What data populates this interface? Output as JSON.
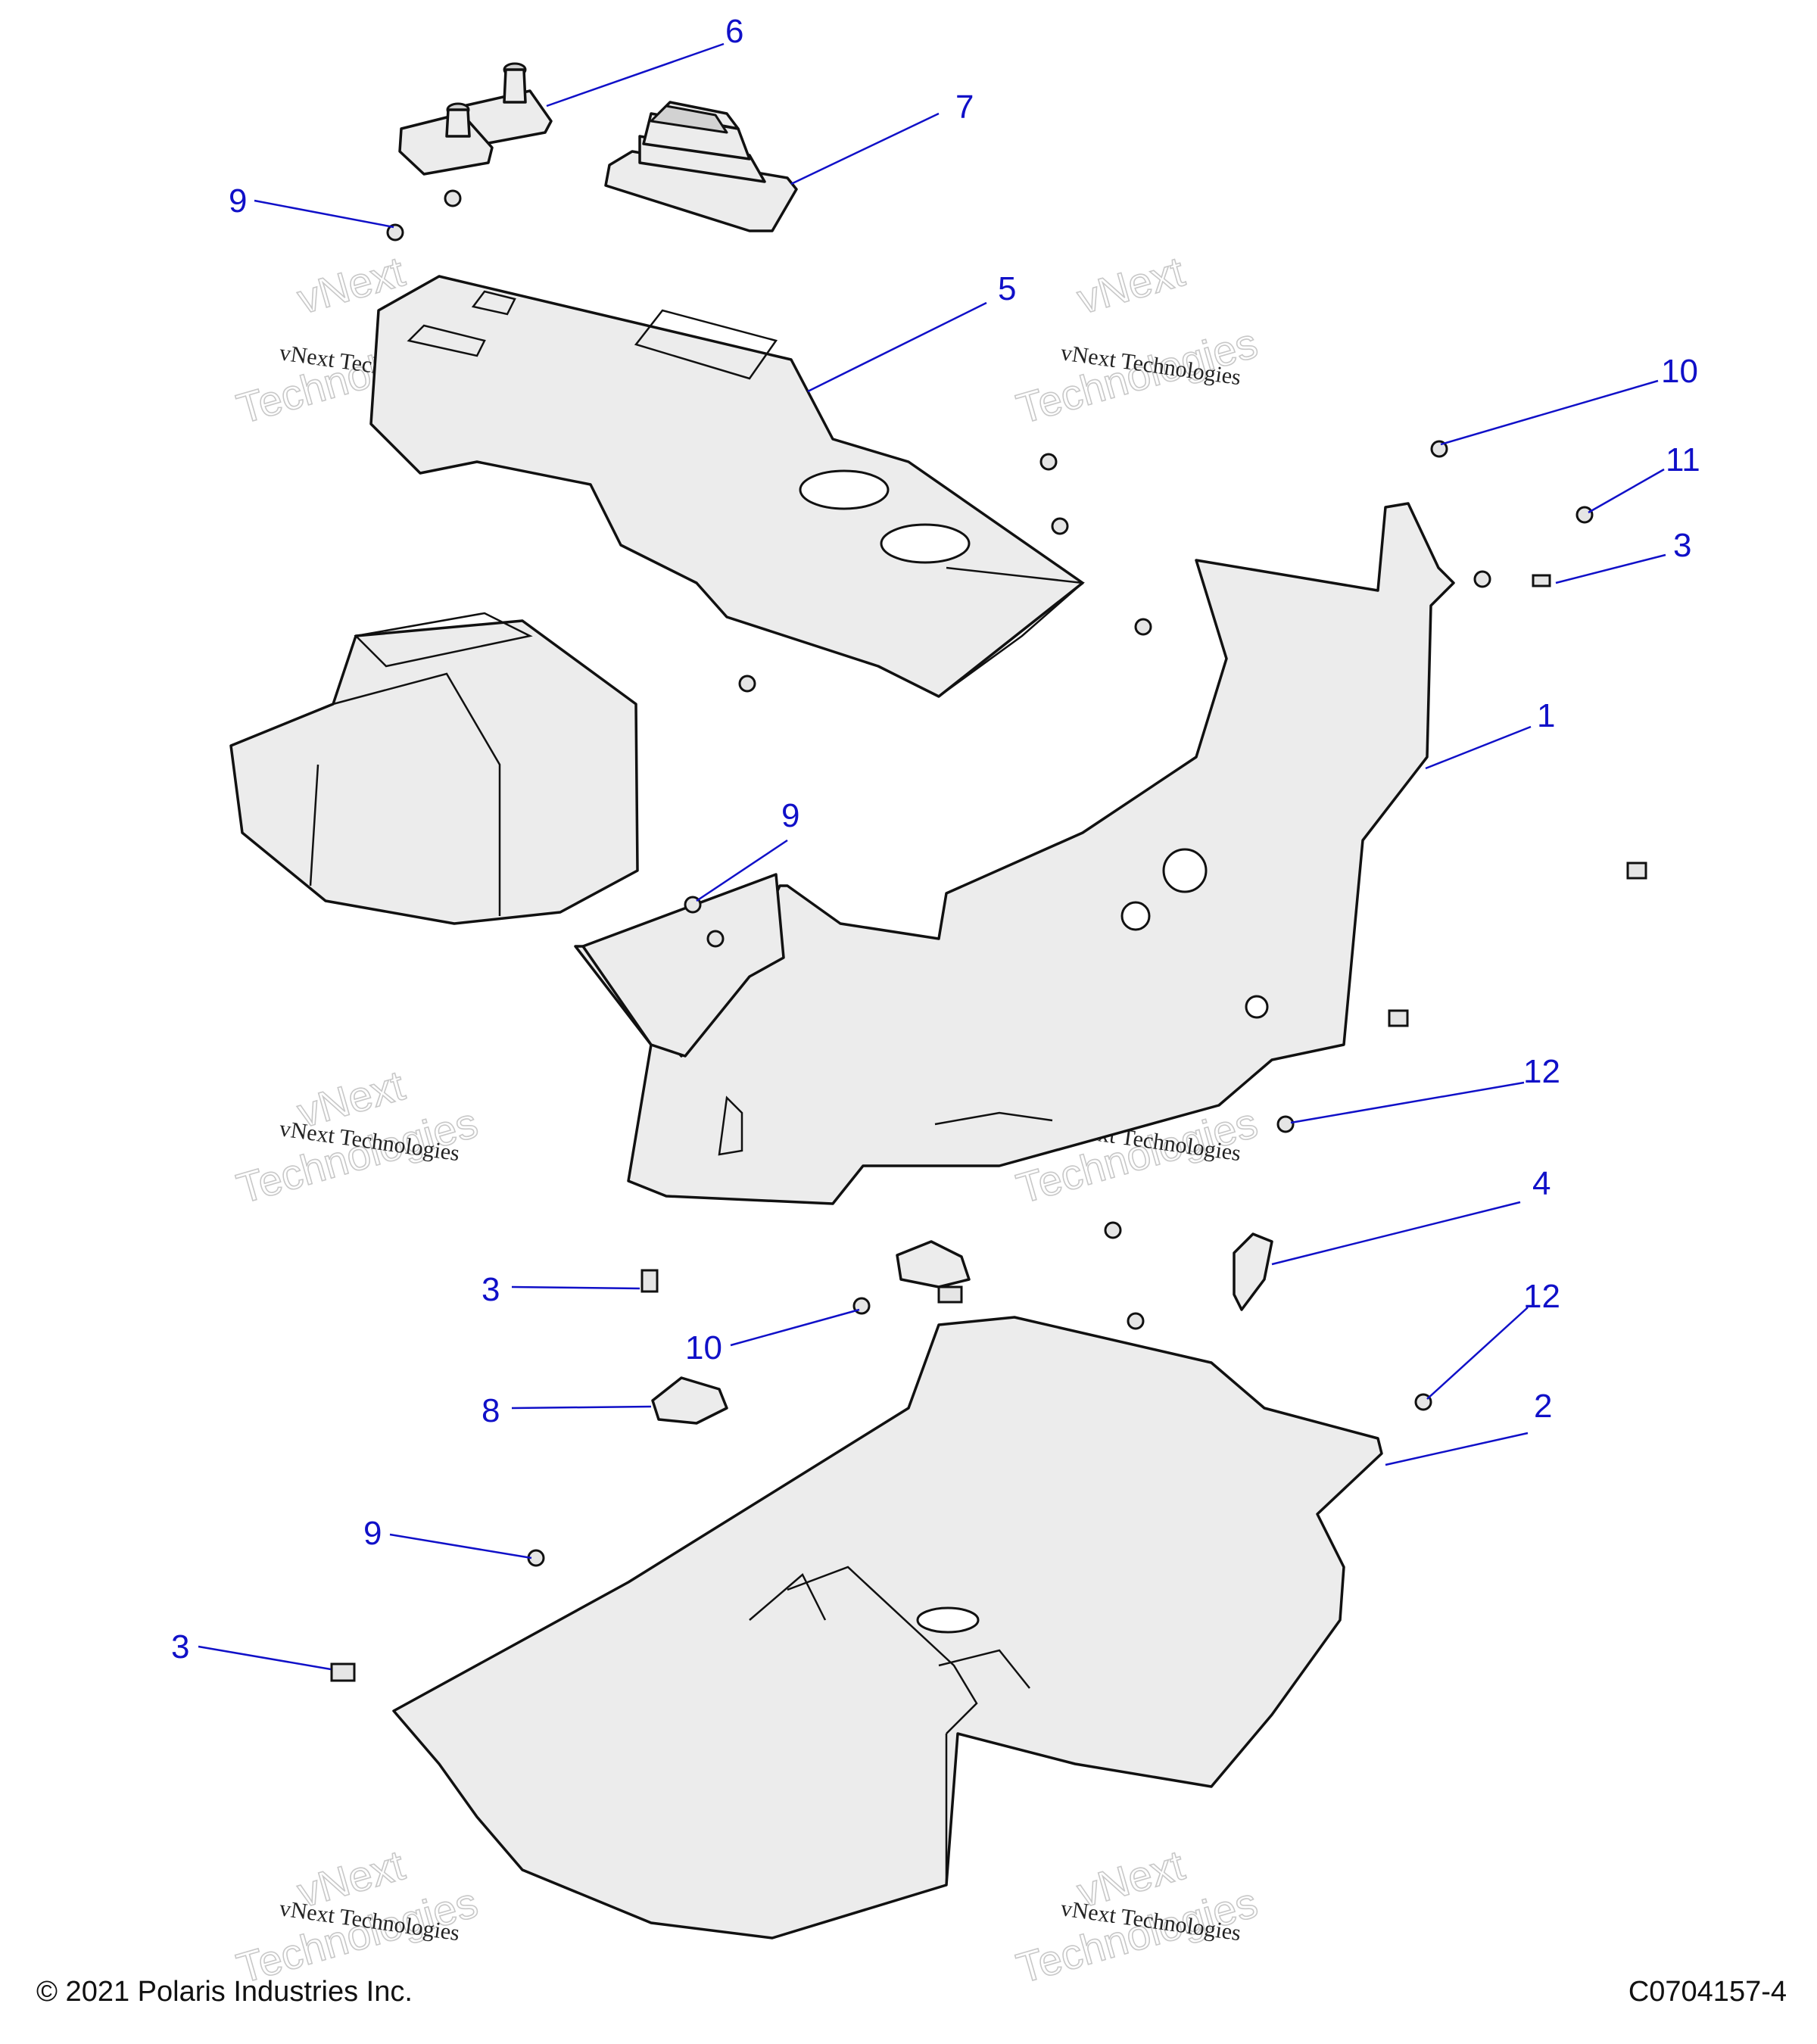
{
  "footer": {
    "copyright": "© 2021 Polaris Industries Inc.",
    "drawing_number": "C0704157-4"
  },
  "watermark": {
    "line1": "vNext Technologies",
    "line2": "vNext",
    "line3": "Technologies"
  },
  "callouts": [
    "6",
    "7",
    "9",
    "5",
    "10",
    "11",
    "3",
    "1",
    "9",
    "12",
    "4",
    "3",
    "10",
    "12",
    "8",
    "2",
    "9",
    "3"
  ],
  "colors": {
    "callout": "#1010c8",
    "outline": "#111111",
    "part_fill": "#ececec"
  }
}
